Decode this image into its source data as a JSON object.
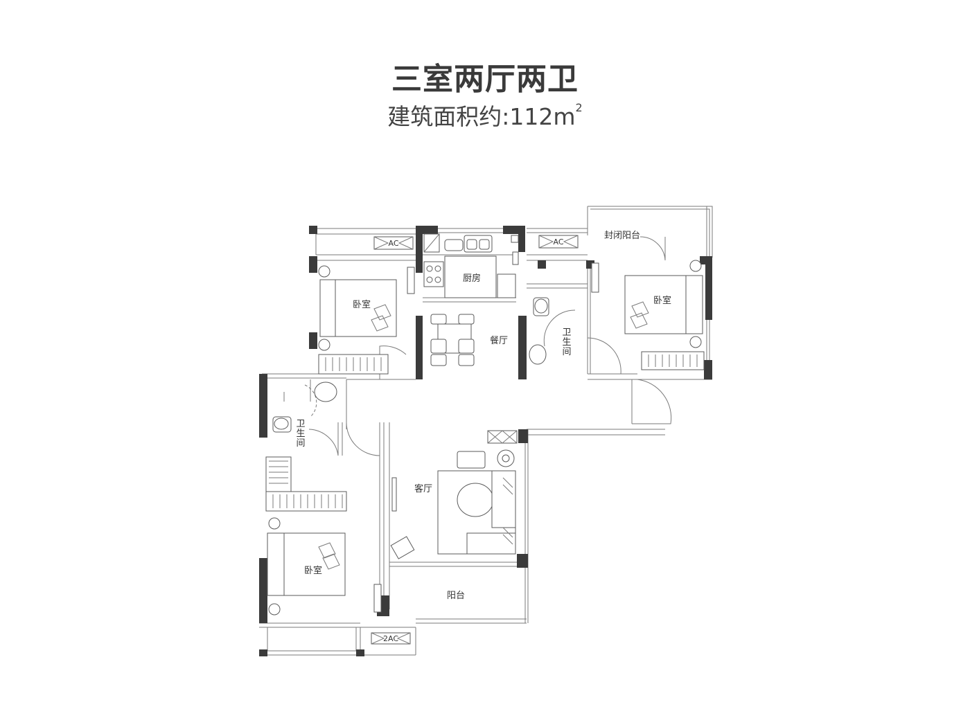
{
  "header": {
    "title": "三室两厅两卫",
    "area_label": "建筑面积约:112m",
    "area_sup": "2"
  },
  "rooms": {
    "kitchen": "厨房",
    "dining": "餐厅",
    "living": "客厅",
    "bedroom_top_left": "卧室",
    "bedroom_right": "卧室",
    "bedroom_bottom_left": "卧室",
    "bathroom_right": [
      "卫",
      "生",
      "间"
    ],
    "bathroom_left": [
      "卫",
      "生",
      "间"
    ],
    "balcony_closed": "封闭阳台",
    "balcony": "阳台"
  },
  "ac_units": {
    "ac1": "AC",
    "ac2": "AC",
    "ac3": "2AC"
  }
}
